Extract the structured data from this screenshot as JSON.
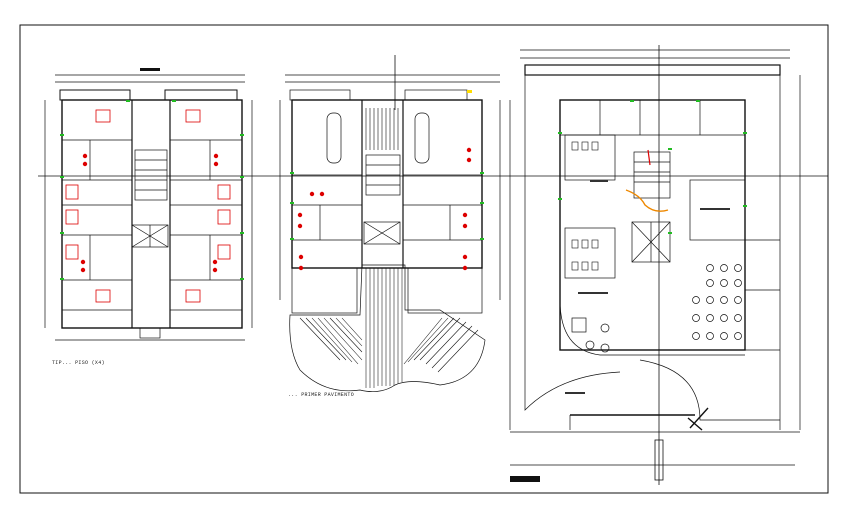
{
  "drawing": {
    "plans": [
      {
        "id": "plan-left",
        "caption": "TIP... PISO (X4)"
      },
      {
        "id": "plan-middle",
        "caption": "... PRIMER PAVIMENTO"
      },
      {
        "id": "plan-right",
        "caption": ""
      }
    ],
    "colors": {
      "line": "#111111",
      "fixture_red": "#dd0000",
      "door_green": "#22bb22",
      "stair_orange": "#ee8800",
      "accent_yellow": "#ffdd00",
      "background": "#ffffff"
    },
    "icons": [
      "toilet-icon",
      "bed-icon",
      "table-icon",
      "elevator-icon",
      "stair-icon",
      "north-arrow-icon"
    ]
  }
}
